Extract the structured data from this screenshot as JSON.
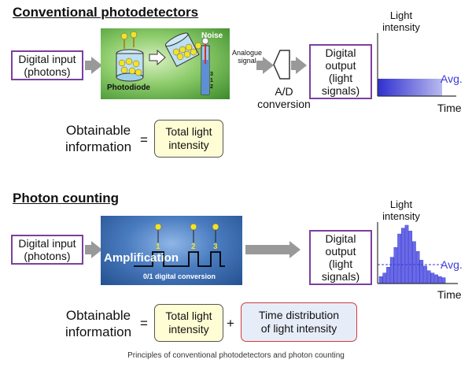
{
  "section1": {
    "heading": "Conventional photodetectors",
    "input_label_1": "Digital input",
    "input_label_2": "(photons)",
    "noise_label": "Noise",
    "photodiode_label": "Photodiode",
    "analogue_label_1": "Analogue",
    "analogue_label_2": "signal",
    "ad_label_1": "A/D",
    "ad_label_2": "conversion",
    "output_label": [
      "Digital",
      "output",
      "(light",
      "signals)"
    ],
    "y_axis_label_1": "Light",
    "y_axis_label_2": "intensity",
    "x_axis_label": "Time",
    "avg_label": "Avg.",
    "obtainable_1": "Obtainable",
    "obtainable_2": "information",
    "equals": "=",
    "result_1": "Total light",
    "result_2": "intensity",
    "digits": [
      "3",
      "1",
      "2"
    ]
  },
  "section2": {
    "heading": "Photon counting",
    "input_label_1": "Digital input",
    "input_label_2": "(photons)",
    "amplification_label": "Amplification",
    "conversion_label": "0/1 digital conversion",
    "pulse_numbers": [
      "1",
      "2",
      "3"
    ],
    "output_label": [
      "Digital",
      "output",
      "(light",
      "signals)"
    ],
    "y_axis_label_1": "Light",
    "y_axis_label_2": "intensity",
    "x_axis_label": "Time",
    "avg_label": "Avg.",
    "obtainable_1": "Obtainable",
    "obtainable_2": "information",
    "equals": "=",
    "plus": "+",
    "result_1": "Total light",
    "result_2": "intensity",
    "result_b_1": "Time distribution",
    "result_b_2": "of light intensity"
  },
  "histogram_values": [
    0.12,
    0.18,
    0.28,
    0.45,
    0.62,
    0.85,
    0.95,
    1.0,
    0.9,
    0.72,
    0.55,
    0.4,
    0.3,
    0.22,
    0.18,
    0.15,
    0.12,
    0.1
  ],
  "caption": "Principles of conventional photodetectors and photon counting",
  "colors": {
    "purple": "#7b3fa0",
    "green_panel": "#3a8a2a",
    "blue_panel": "#2f5f9e",
    "bar_blue": "#3b3bd8",
    "avg_text": "#3b3bd8",
    "red_border": "#d23b3b"
  }
}
